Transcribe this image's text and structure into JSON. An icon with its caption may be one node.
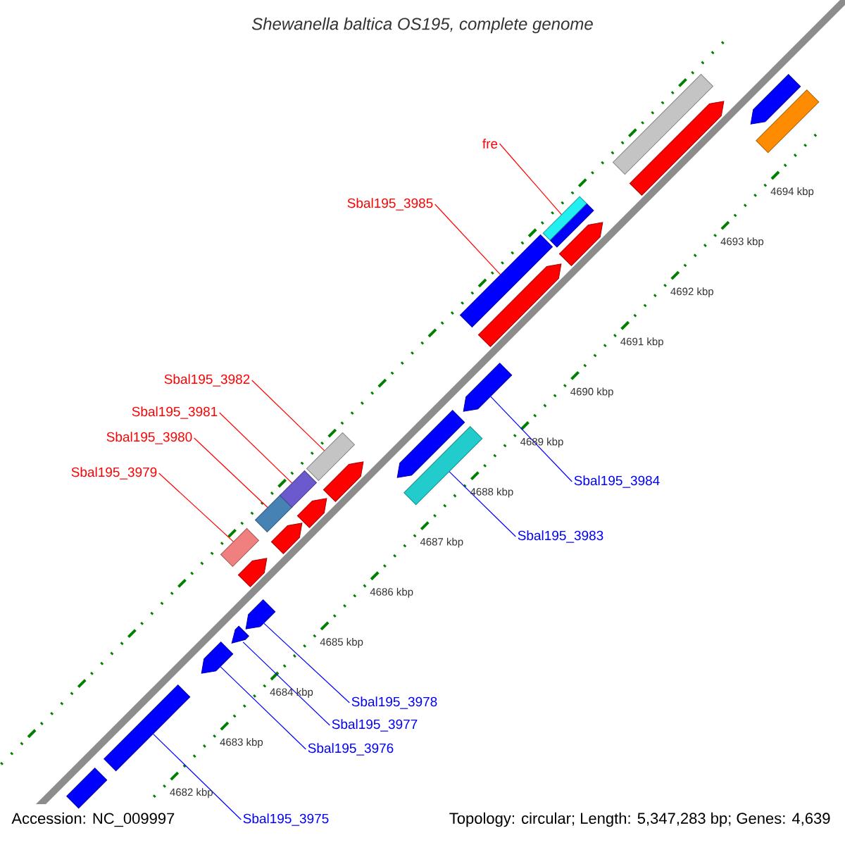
{
  "diagram": {
    "title": "Shewanella baltica OS195, complete genome",
    "nodes": [
      {
        "text": [
          "fre"
        ]
      },
      {
        "text": [
          "Sbal195_3985"
        ]
      },
      {
        "text": [
          "Sbal195_3982"
        ]
      },
      {
        "text": [
          "Sbal195_3981"
        ]
      },
      {
        "text": [
          "Sbal195_3980"
        ]
      },
      {
        "text": [
          "Sbal195_3979"
        ]
      },
      {
        "text": [
          "Sbal195_3984"
        ]
      },
      {
        "text": [
          "Sbal195_3983"
        ]
      },
      {
        "text": [
          "Sbal195_3978"
        ]
      },
      {
        "text": [
          "Sbal195_3977"
        ]
      },
      {
        "text": [
          "Sbal195_3976"
        ]
      },
      {
        "text": [
          "Sbal195_3975"
        ]
      },
      {
        "text": [],
        "shape": "bar"
      },
      {
        "text": [],
        "shape": "bar"
      },
      {
        "text": [],
        "shape": "bar"
      },
      {
        "text": [],
        "shape": "bar"
      },
      {
        "text": [],
        "shape": "bar"
      },
      {
        "text": [],
        "shape": "bar"
      },
      {
        "text": [],
        "shape": "bar"
      },
      {
        "text": [],
        "shape": "bar"
      },
      {
        "text": [],
        "shape": "bar"
      },
      {
        "text": [],
        "shape": "bar"
      },
      {
        "text": [],
        "shape": "bar"
      },
      {
        "text": [],
        "shape": "bar"
      },
      {
        "text": [],
        "shape": "bar"
      },
      {
        "text": [],
        "shape": "bar"
      },
      {
        "text": [],
        "shape": "bar"
      },
      {
        "text": [],
        "shape": "bar"
      },
      {
        "text": [],
        "shape": "bar"
      },
      {
        "text": [],
        "shape": "bar"
      },
      {
        "text": [],
        "shape": "bar"
      },
      {
        "text": [],
        "shape": "bar"
      },
      {
        "text": [],
        "shape": "bar"
      },
      {
        "text": [],
        "shape": "bar"
      },
      {
        "text": [],
        "shape": "bar"
      },
      {
        "text": [],
        "shape": "bar"
      },
      {
        "text": [],
        "shape": "bar"
      }
    ],
    "edges": [
      {
        "from": 0,
        "to": 32,
        "arrow": "none",
        "color": "#ff0000"
      },
      {
        "from": 1,
        "to": 29,
        "arrow": "none",
        "color": "#ff0000"
      },
      {
        "from": 2,
        "to": 24,
        "arrow": "none",
        "color": "#ff0000"
      },
      {
        "from": 3,
        "to": 22,
        "arrow": "none",
        "color": "#ff0000"
      },
      {
        "from": 4,
        "to": 20,
        "arrow": "none",
        "color": "#ff0000"
      },
      {
        "from": 5,
        "to": 18,
        "arrow": "none",
        "color": "#ff0000"
      },
      {
        "from": 6,
        "to": 27,
        "arrow": "none",
        "color": "#0000ff"
      },
      {
        "from": 7,
        "to": 25,
        "arrow": "none",
        "color": "#0000ff"
      },
      {
        "from": 8,
        "to": 16,
        "arrow": "none",
        "color": "#0000ff"
      },
      {
        "from": 9,
        "to": 15,
        "arrow": "none",
        "color": "#0000ff"
      },
      {
        "from": 10,
        "to": 14,
        "arrow": "none",
        "color": "#0000ff"
      },
      {
        "from": 11,
        "to": 13,
        "arrow": "none",
        "color": "#0000ff"
      }
    ],
    "labels": [
      "4682 kbp",
      "4683 kbp",
      "4684 kbp",
      "4685 kbp",
      "4686 kbp",
      "4687 kbp",
      "4688 kbp",
      "4689 kbp",
      "4690 kbp",
      "4691 kbp",
      "4692 kbp",
      "4693 kbp",
      "4694 kbp",
      "Accession: NC_009997",
      "Topology: circular; Length: 5,347,283 bp; Genes: 4,639"
    ]
  }
}
